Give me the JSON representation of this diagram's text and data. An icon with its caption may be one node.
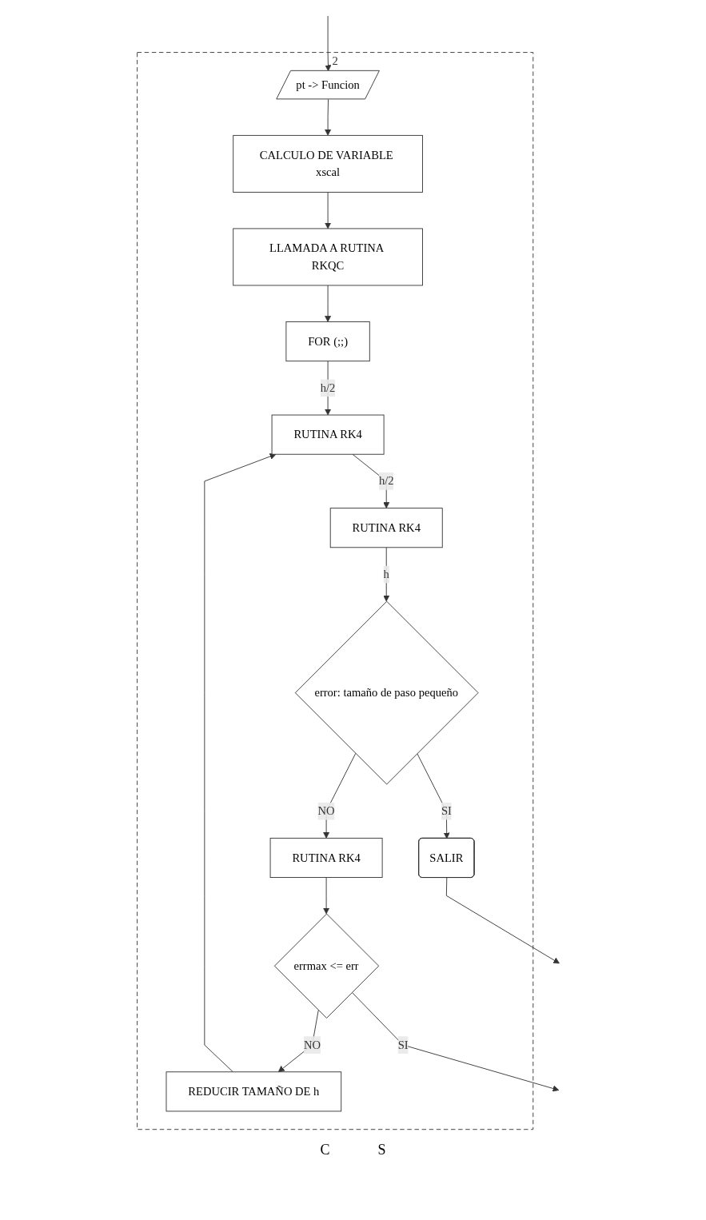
{
  "diagram": {
    "nodes": [
      {
        "text": [
          "2"
        ]
      },
      {
        "text": [
          "pt -> Funcion"
        ],
        "in": 0
      },
      {
        "text": [
          "CALCULO DE VARIABLE xscal"
        ],
        "in": 0
      },
      {
        "text": [
          "LLAMADA A RUTINA RKQC"
        ],
        "in": 0
      },
      {
        "text": [
          "FOR (;;)"
        ],
        "in": 0
      },
      {
        "text": [
          "RUTINA RK4"
        ],
        "in": 0
      },
      {
        "text": [
          "RUTINA RK4"
        ],
        "in": 0
      },
      {
        "text": [
          "error: tamaño de paso pequeño"
        ],
        "in": 0
      },
      {
        "text": [
          "RUTINA RK4"
        ],
        "in": 0
      },
      {
        "text": [
          "errmax <= err"
        ],
        "in": 0
      },
      {
        "text": [
          "REDUCIR TAMAÑO DE h"
        ],
        "in": 0
      },
      {
        "text": [
          "SALIR"
        ],
        "in": 0
      }
    ],
    "edges": [
      {
        "from": null,
        "to": 1,
        "arrow": "to"
      },
      {
        "from": 1,
        "to": 2,
        "arrow": "to"
      },
      {
        "from": 2,
        "to": 3,
        "arrow": "to"
      },
      {
        "from": 3,
        "to": 4,
        "arrow": "to"
      },
      {
        "from": 4,
        "to": 5,
        "arrow": "to",
        "label": "h/2"
      },
      {
        "from": 5,
        "to": 6,
        "arrow": "to",
        "label": "h/2"
      },
      {
        "from": 6,
        "to": 7,
        "arrow": "to",
        "label": "h"
      },
      {
        "from": 7,
        "to": 8,
        "arrow": "to",
        "label": "NO"
      },
      {
        "from": 8,
        "to": 9,
        "arrow": "to"
      },
      {
        "from": 9,
        "to": 10,
        "arrow": "to",
        "label": "NO"
      },
      {
        "from": 10,
        "to": 5,
        "arrow": "to"
      },
      {
        "from": 7,
        "to": 11,
        "arrow": "to",
        "label": "SI"
      },
      {
        "from": 9,
        "to": null,
        "arrow": "to",
        "label": "SI"
      },
      {
        "from": 11,
        "to": null,
        "arrow": "to"
      }
    ],
    "labels": [
      "C",
      "S"
    ]
  }
}
